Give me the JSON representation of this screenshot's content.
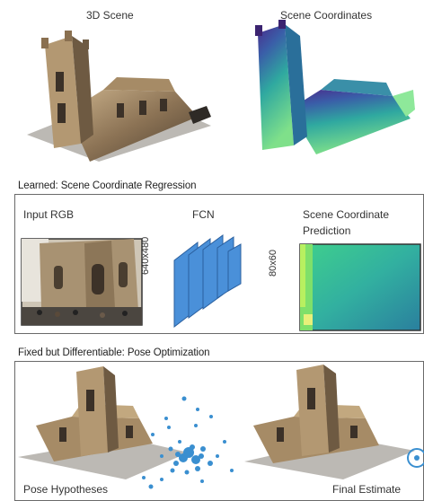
{
  "top": {
    "scene_label": "3D Scene",
    "coords_label": "Scene Coordinates"
  },
  "learned": {
    "title": "Learned: Scene Coordinate Regression",
    "input_label": "Input RGB",
    "fcn_label": "FCN",
    "input_dim": "640x480",
    "output_dim": "80x60",
    "prediction_label_1": "Scene Coordinate",
    "prediction_label_2": "Prediction"
  },
  "pose": {
    "title": "Fixed but Differentiable: Pose Optimization",
    "hypotheses_label": "Pose Hypotheses",
    "final_label": "Final Estimate"
  },
  "colors": {
    "fcn_blue": "#4a90d9",
    "coord_green": "#2fc88a",
    "coord_purple": "#4b2a8a",
    "scatter_blue": "#3a8fd0"
  }
}
